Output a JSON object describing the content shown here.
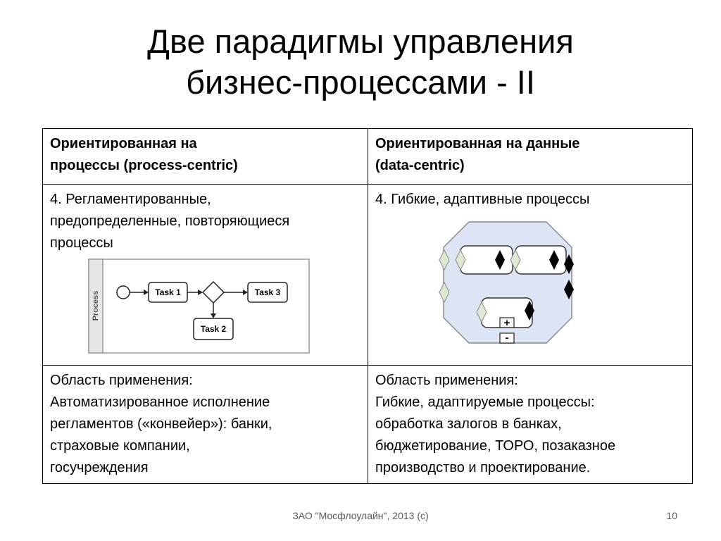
{
  "slide": {
    "title_lines": [
      "Две парадигмы управления",
      "бизнес-процессами - II"
    ]
  },
  "table": {
    "headers": [
      [
        "Ориентированная на",
        "процессы (process-centric)"
      ],
      [
        "Ориентированная на данные",
        "(data-centric)"
      ]
    ],
    "row2": {
      "left_lines": [
        "4. Регламентированные,",
        "предопределенные, повторяющиеся",
        "процессы"
      ],
      "right_lines": [
        "4. Гибкие, адаптивные процессы"
      ]
    },
    "row3": {
      "left_lines": [
        "Область применения:",
        "Автоматизированное исполнение",
        "регламентов («конвейер»): банки,",
        "страховые компании,",
        "госучреждения"
      ],
      "right_lines": [
        "Область применения:",
        "Гибкие, адаптируемые процессы:",
        "обработка залогов в банках,",
        "бюджетирование, ТОРО, позаказное",
        "производство и проектирование."
      ]
    }
  },
  "bpmn": {
    "pool_label": "Process",
    "tasks": [
      "Task 1",
      "Task 3",
      "Task 2"
    ]
  },
  "case_diagram": {
    "plus_label": "+",
    "minus_label": "-",
    "colors": {
      "fill": "#dde4f4",
      "stroke": "#8a8a8a",
      "diamond_light": "#dfe8d2"
    }
  },
  "footer": {
    "text": "ЗАО \"Мосфлоулайн\", 2013 (с)",
    "page": "10"
  }
}
